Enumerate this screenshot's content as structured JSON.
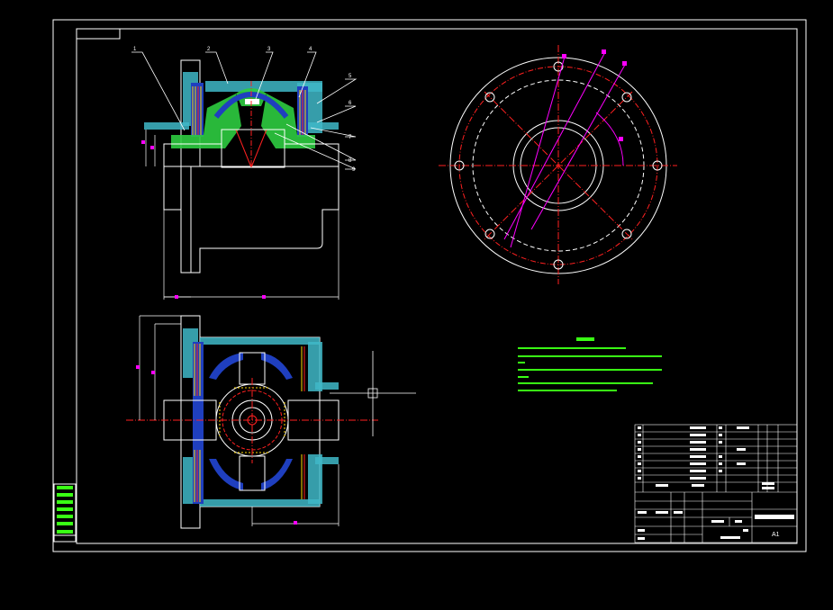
{
  "drawing": {
    "part_callouts": [
      "1",
      "2",
      "3",
      "4",
      "5",
      "6",
      "7",
      "8",
      "9"
    ],
    "sheet_size": "A1"
  },
  "colors": {
    "background": "#000000",
    "outline": "#ffffff",
    "centerline": "#ff2020",
    "hatch_green": "#2ecc40",
    "hatch_blue": "#1f3fbf",
    "hatch_cyan": "#3fb8c8",
    "section_magenta": "#ff00ff",
    "notes_green": "#39ff14",
    "dim_yellow": "#ffd700"
  }
}
